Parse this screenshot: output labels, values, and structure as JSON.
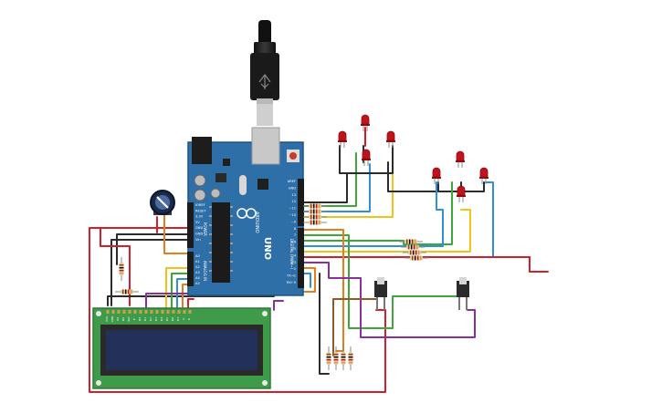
{
  "board": {
    "brand": "ARDUINO",
    "model": "UNO",
    "left_header_labels": [
      "IOREF",
      "RESET",
      "3.3V",
      "5V",
      "GND",
      "GND",
      "Vin"
    ],
    "analog_labels": [
      "A0",
      "A1",
      "A2",
      "A3",
      "A4",
      "A5"
    ],
    "power_label": "POWER",
    "analog_in_label": "ANALOG IN",
    "right_header_labels": [
      "AREF",
      "GND",
      "13",
      "12",
      "~11",
      "~10",
      "~9",
      "8",
      "7",
      "~6",
      "~5",
      "4",
      "~3",
      "2",
      "TX→1",
      "RX←0"
    ],
    "digital_label": "DIGITAL (PWM~)",
    "tx_label": "TX",
    "rx_label": "RX",
    "l_label": "L",
    "on_label": "ON"
  },
  "lcd": {
    "pin_labels": [
      "VSS",
      "VDD",
      "V0",
      "RS",
      "RW",
      "E",
      "D0",
      "D1",
      "D2",
      "D3",
      "D4",
      "D5",
      "D6",
      "D7",
      "A",
      "K"
    ]
  },
  "colors": {
    "board": "#2f6fa7",
    "board_edge": "#1f5483",
    "lcd_pcb": "#3f9a4a",
    "lcd_screen": "#22305a",
    "led_red": "#c0141c",
    "wire_red": "#d11f2b",
    "wire_black": "#2b2b2b",
    "wire_green": "#3fa63a",
    "wire_blue": "#2f8fd8",
    "wire_yellow": "#f2c21b",
    "wire_orange": "#e67d1b",
    "wire_purple": "#8a2f9e",
    "wire_brown": "#8b5a2b",
    "resistor_body": "#e7c69a"
  },
  "icons": {
    "usb_cable": "usb-cable-icon",
    "potentiometer": "potentiometer-icon",
    "pushbutton": "pushbutton-icon",
    "led": "led-icon",
    "resistor": "resistor-icon"
  }
}
